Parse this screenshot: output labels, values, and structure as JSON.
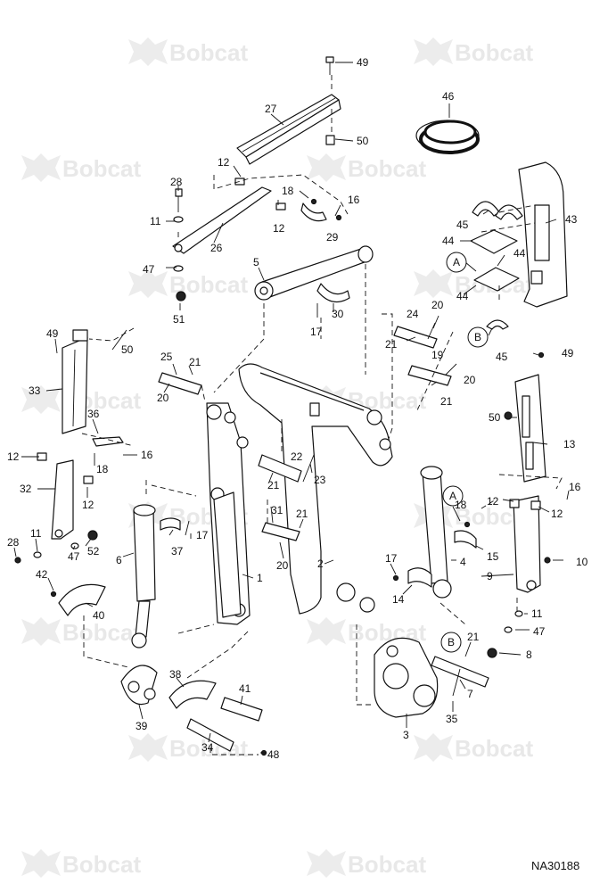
{
  "watermark": {
    "brand": "Bobcat"
  },
  "drawing_number": "NA30188",
  "reference_markers": [
    "A",
    "B"
  ],
  "callouts": [
    "1",
    "2",
    "3",
    "4",
    "5",
    "6",
    "7",
    "8",
    "9",
    "10",
    "11",
    "12",
    "13",
    "14",
    "15",
    "16",
    "17",
    "18",
    "19",
    "20",
    "21",
    "22",
    "23",
    "24",
    "25",
    "26",
    "27",
    "28",
    "29",
    "30",
    "31",
    "32",
    "33",
    "34",
    "35",
    "36",
    "37",
    "38",
    "39",
    "40",
    "41",
    "42",
    "43",
    "44",
    "45",
    "46",
    "47",
    "48",
    "49",
    "50",
    "51",
    "52"
  ],
  "colors": {
    "line": "#111111",
    "watermark": "#e8e8e8",
    "background": "#ffffff"
  }
}
